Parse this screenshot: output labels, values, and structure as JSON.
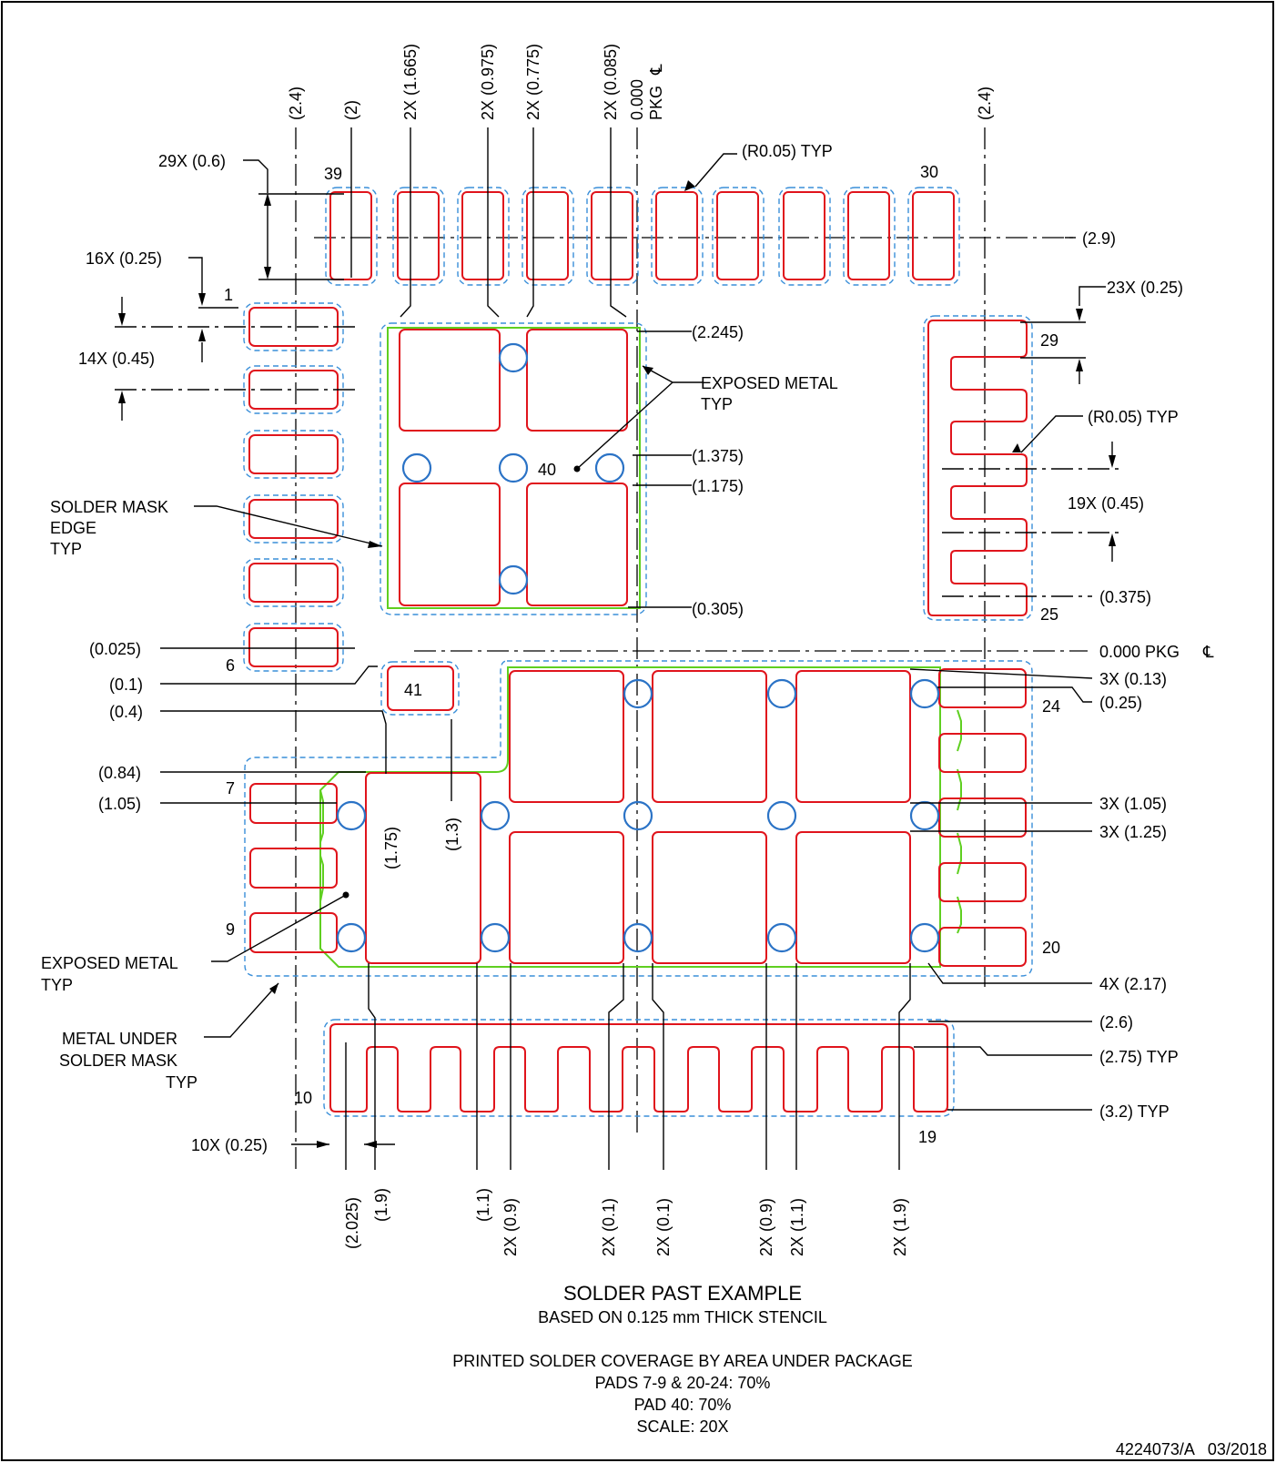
{
  "view": {
    "title": "SOLDER PAST EXAMPLE",
    "subtitle": "BASED ON 0.125 mm THICK STENCIL",
    "coverage_heading": "PRINTED SOLDER COVERAGE BY AREA UNDER PACKAGE",
    "coverage_lines": [
      "PADS 7-9 & 20-24: 70%",
      "PAD 40: 70%",
      "SCALE: 20X"
    ],
    "doc_number": "4224073/A   03/2018"
  },
  "top_dims": {
    "d24_left": "(2.4)",
    "d2": "(2)",
    "d1665": "2X (1.665)",
    "d0975": "2X (0.975)",
    "d0775": "2X (0.775)",
    "d0085": "2X (0.085)",
    "d0000": "0.000",
    "pkg": "PKG",
    "d24_right": "(2.4)"
  },
  "left_dims": {
    "d29x": "29X (0.6)",
    "d16x": "16X (0.25)",
    "d14x": "14X (0.45)",
    "d0025": "(0.025)",
    "d01": "(0.1)",
    "d04": "(0.4)",
    "d084": "(0.84)",
    "d105": "(1.05)",
    "d175": "(1.75)",
    "d13": "(1.3)",
    "sm1": "SOLDER MASK",
    "sm2": "EDGE",
    "sm3": "TYP",
    "em1": "EXPOSED METAL",
    "em2": "TYP",
    "mu1": "METAL UNDER",
    "mu2": "SOLDER MASK",
    "mu3": "TYP",
    "d10x": "10X (0.25)"
  },
  "right_dims": {
    "r005a": "(R0.05) TYP",
    "d29": "(2.9)",
    "d23x": "23X (0.25)",
    "d2245": "(2.245)",
    "em1": "EXPOSED METAL",
    "em2": "TYP",
    "r005b": "(R0.05) TYP",
    "d1375": "(1.375)",
    "d1175": "(1.175)",
    "d19x": "19X (0.45)",
    "d0375": "(0.375)",
    "d0305": "(0.305)",
    "d0000": "0.000 PKG",
    "d3x013": "3X (0.13)",
    "d025": "(0.25)",
    "d3x105": "3X (1.05)",
    "d3x125": "3X (1.25)",
    "d4x217": "4X (2.17)",
    "d26": "(2.6)",
    "d275": "(2.75) TYP",
    "d32": "(3.2) TYP"
  },
  "bottom_dims": {
    "b2025": "(2.025)",
    "b19": "(1.9)",
    "b11": "(1.1)",
    "b09": "2X (0.9)",
    "b01a": "2X (0.1)",
    "b01b": "2X (0.1)",
    "b09b": "2X (0.9)",
    "b11b": "2X (1.1)",
    "b19b": "2X (1.9)"
  },
  "pins": {
    "p1": "1",
    "p6": "6",
    "p7": "7",
    "p9": "9",
    "p10": "10",
    "p19": "19",
    "p20": "20",
    "p24": "24",
    "p25": "25",
    "p29": "29",
    "p30": "30",
    "p39": "39",
    "p40": "40",
    "p41": "41"
  },
  "colors": {
    "paste_outline": "#e0141c",
    "solder_mask_edge": "#3a8fd9",
    "exposed_metal": "#5fcf20",
    "via": "#2b73c6"
  }
}
